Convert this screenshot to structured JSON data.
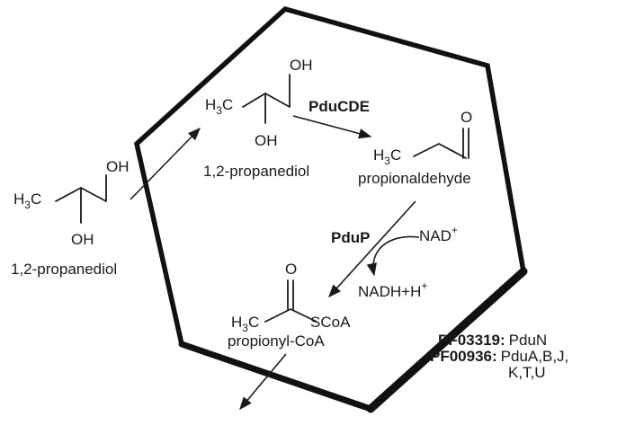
{
  "diagram": {
    "outside_substrate": {
      "oh": "OH",
      "h3c_h": "H",
      "h3c_sub": "3",
      "h3c_c": "C",
      "oh2": "OH",
      "name": "1,2-propanediol"
    },
    "inside_substrate": {
      "oh": "OH",
      "h3c_h": "H",
      "h3c_sub": "3",
      "h3c_c": "C",
      "oh2": "OH",
      "name": "1,2-propanediol"
    },
    "enzyme1": "PduCDE",
    "aldehyde": {
      "o": "O",
      "h3c_h": "H",
      "h3c_sub": "3",
      "h3c_c": "C",
      "name": "propionaldehyde"
    },
    "enzyme2": "PduP",
    "cofactor_in": {
      "text": "NAD",
      "sup": "+"
    },
    "cofactor_out": {
      "text": "NADH+H",
      "sup": "+"
    },
    "product": {
      "o": "O",
      "h3c_h": "H",
      "h3c_sub": "3",
      "h3c_c": "C",
      "scoa": "SCoA",
      "name": "propionyl-CoA"
    },
    "legend": [
      {
        "id": "PF03319:",
        "desc": "PduN"
      },
      {
        "id": "PF00936:",
        "desc": "PduA,B,J,",
        "desc2": "K,T,U"
      }
    ]
  }
}
